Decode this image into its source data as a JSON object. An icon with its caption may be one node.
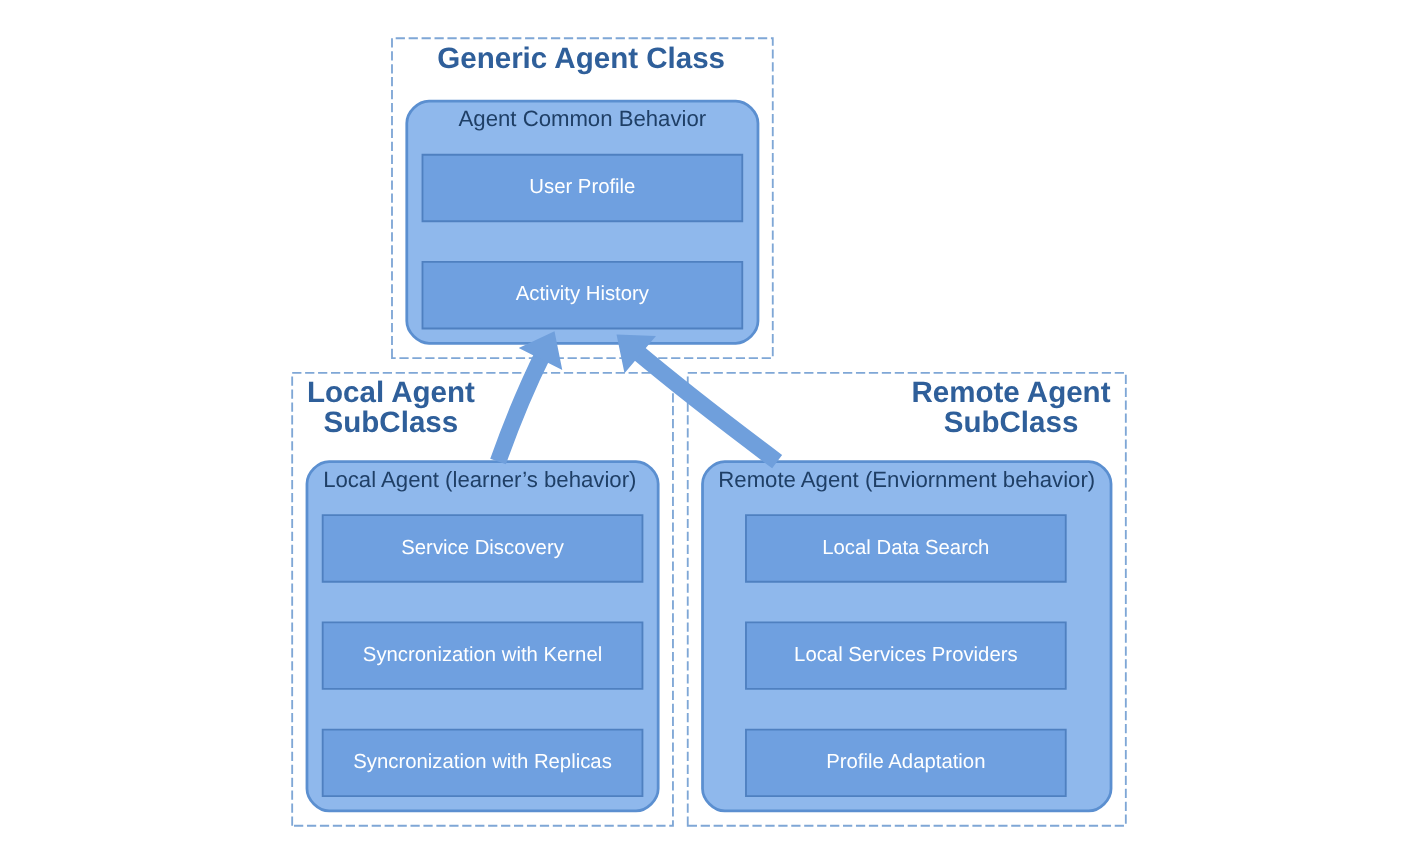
{
  "diagram": {
    "nodes": [
      {
        "text": [
          "Generic Agent Class"
        ]
      },
      {
        "text": [
          "Agent Common Behavior"
        ],
        "in": 0
      },
      {
        "text": [
          "User Profile"
        ],
        "in": 1
      },
      {
        "text": [
          "Activity History"
        ],
        "in": 1
      },
      {
        "text": [
          "Local Agent SubClass"
        ]
      },
      {
        "text": [
          "Local Agent (learner’s behavior)"
        ],
        "in": 4
      },
      {
        "text": [
          "Service Discovery"
        ],
        "in": 5
      },
      {
        "text": [
          "Syncronization with Kernel"
        ],
        "in": 5
      },
      {
        "text": [
          "Syncronization with Replicas"
        ],
        "in": 5
      },
      {
        "text": [
          "Remote Agent SubClass"
        ]
      },
      {
        "text": [
          "Remote Agent (Enviornment behavior)"
        ],
        "in": 9
      },
      {
        "text": [
          "Local Data Search"
        ],
        "in": 10
      },
      {
        "text": [
          "Local Services Providers"
        ],
        "in": 10
      },
      {
        "text": [
          "Profile Adaptation"
        ],
        "in": 10
      }
    ],
    "edges": [
      {
        "from": 5,
        "to": 1,
        "arrow": "to"
      },
      {
        "from": 10,
        "to": 1,
        "arrow": "to"
      }
    ]
  }
}
